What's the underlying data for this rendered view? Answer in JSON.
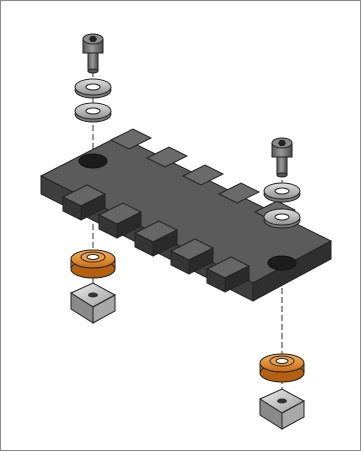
{
  "figure": {
    "parts": [
      "hex-socket-screw",
      "flat-washer",
      "spring-washer",
      "cable-clamp-comb-plate",
      "orange-flanged-bushing",
      "square-nut"
    ],
    "colors": {
      "frame_border": "#8a8a8a",
      "plate_top": "#5b5b5b",
      "plate_front": "#3e3e3e",
      "plate_side": "#2f2f2f",
      "screw": "#6f6f6f",
      "washer": "#b9b9b9",
      "bushing": "#e8902a",
      "nut": "#c8c8c8"
    }
  }
}
